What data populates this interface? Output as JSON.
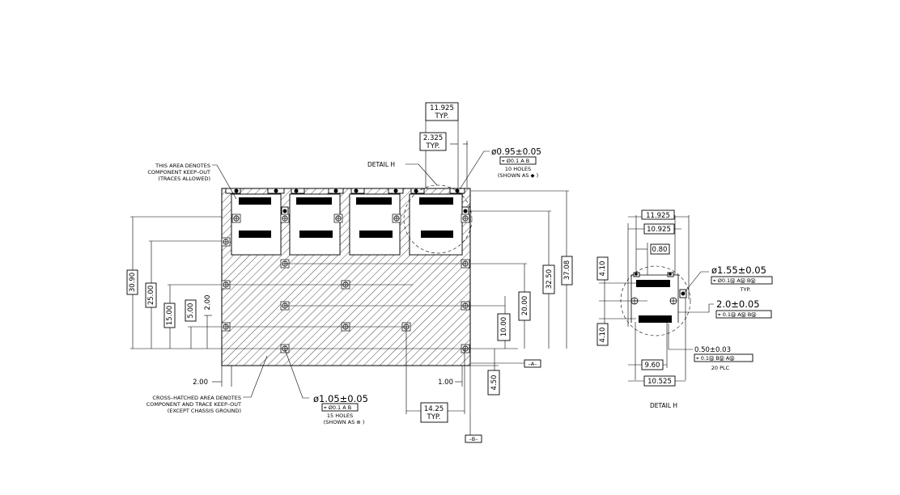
{
  "main_view": {
    "dim_top_typ_value": "11.925",
    "dim_top_typ_note": "TYP.",
    "dim_mid_typ_value": "2.325",
    "dim_mid_typ_note": "TYP.",
    "detail_label": "DETAIL  H",
    "hole_top": {
      "diameter": "ø0.95±0.05",
      "fcf": "⌖ Ø0.1 A B",
      "count": "10  HOLES",
      "shown_as": "(SHOWN  AS  ◆ )"
    },
    "hole_bottom": {
      "diameter": "ø1.05±0.05",
      "fcf": "⌖ Ø0.1 A B",
      "count": "15  HOLES",
      "shown_as": "(SHOWN  AS  ⊕ )"
    },
    "keepout_note": [
      "THIS  AREA  DENOTES",
      "COMPONENT  KEEP–OUT",
      "(TRACES  ALLOWED)"
    ],
    "hatch_note": [
      "CROSS–HATCHED  AREA  DENOTES",
      "COMPONENT  AND  TRACE  KEEP–OUT",
      "(EXCEPT  CHASSIS  GROUND)"
    ],
    "dims_left": [
      "30.90",
      "25.00",
      "15.00",
      "5.00",
      "2.00"
    ],
    "dims_right": [
      "37.08",
      "32.50",
      "20.00",
      "10.00",
      "4.50"
    ],
    "dim_bottom_left": "2.00",
    "dim_bottom_right": "1.00",
    "dim_bottom_typ_value": "14.25",
    "dim_bottom_typ_note": "TYP.",
    "datum_a": "–A–",
    "datum_b": "–B–"
  },
  "detail_view": {
    "title": "DETAIL  H",
    "dims_top": [
      "11.925",
      "10.925",
      "0.80"
    ],
    "dims_left": [
      "4.10",
      "4.10"
    ],
    "dims_bottom": [
      "9.60",
      "10.525"
    ],
    "hole_large": {
      "diameter": "ø1.55±0.05",
      "fcf": "⌖ Ø0.1Ⓜ AⓂ BⓂ",
      "note": "TYP."
    },
    "hole_small": {
      "diameter": "2.0±0.05",
      "fcf": "⌖ 0.1Ⓜ AⓂ BⓂ"
    },
    "pad": {
      "width": "0.50±0.03",
      "fcf": "⌖ 0.1Ⓜ BⓂ AⓂ",
      "note": "20  PLC"
    }
  }
}
